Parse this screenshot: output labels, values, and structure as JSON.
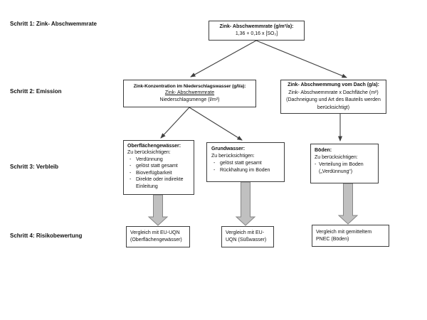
{
  "bullet_marker": "-",
  "steps": [
    {
      "label": "Schritt 1: Zink- Abschwemmrate"
    },
    {
      "label": "Schritt 2: Emission"
    },
    {
      "label": "Schritt 3: Verbleib"
    },
    {
      "label": "Schritt 4: Risikobewertung"
    }
  ],
  "boxes": {
    "runoff_rate": {
      "title": "Zink- Abschwemmrate (g/m²/a):",
      "formula": "1,36 + 0,16 x [SO₂]"
    },
    "rainwater_concentration": {
      "title": "Zink-Konzentration im Niederschlagswasser (g/l/a):",
      "numerator": "Zink- Abschwemmrate",
      "denominator": "Niederschlagsmenge (l/m²)"
    },
    "roof_runoff": {
      "title": "Zink- Abschwemmung vom Dach (g/a):",
      "body": "Zink- Abschwemmrate x Dachfläche (m²) (Dachneigung und Art des Bauteils werden berücksichtigt)"
    },
    "surface_water": {
      "title": "Oberflächengewässer:",
      "subtitle": "Zu berücksichtigen:",
      "bullets": [
        "Verdünnung",
        "gelöst statt gesamt",
        "Bioverfügbarkeit",
        "Direkte oder indirekte Einleitung"
      ]
    },
    "groundwater": {
      "title": "Grundwasser:",
      "subtitle": "Zu berücksichtigen:",
      "bullets": [
        "gelöst statt gesamt",
        "Rückhaltung im Boden"
      ]
    },
    "soil": {
      "title": "Böden:",
      "subtitle": "Zu berücksichtigen:",
      "bullets": [
        "Verteilung im Boden („Verdünnung“)"
      ]
    },
    "risk_surface_water": {
      "label": "Vergleich mit EU-UQN (Oberflächengewässer)"
    },
    "risk_groundwater": {
      "label": "Vergleich mit EU-UQN (Süßwasser)"
    },
    "risk_soil": {
      "label": "Vergleich mit gemitteltem PNEC (Böden)"
    }
  },
  "colors": {
    "box_border": "#3d3d3d",
    "arrow": "#404040",
    "block_arrow_fill": "#c0c0c0",
    "block_arrow_border": "#858585",
    "text": "#111111",
    "page_bg": "#ffffff"
  }
}
